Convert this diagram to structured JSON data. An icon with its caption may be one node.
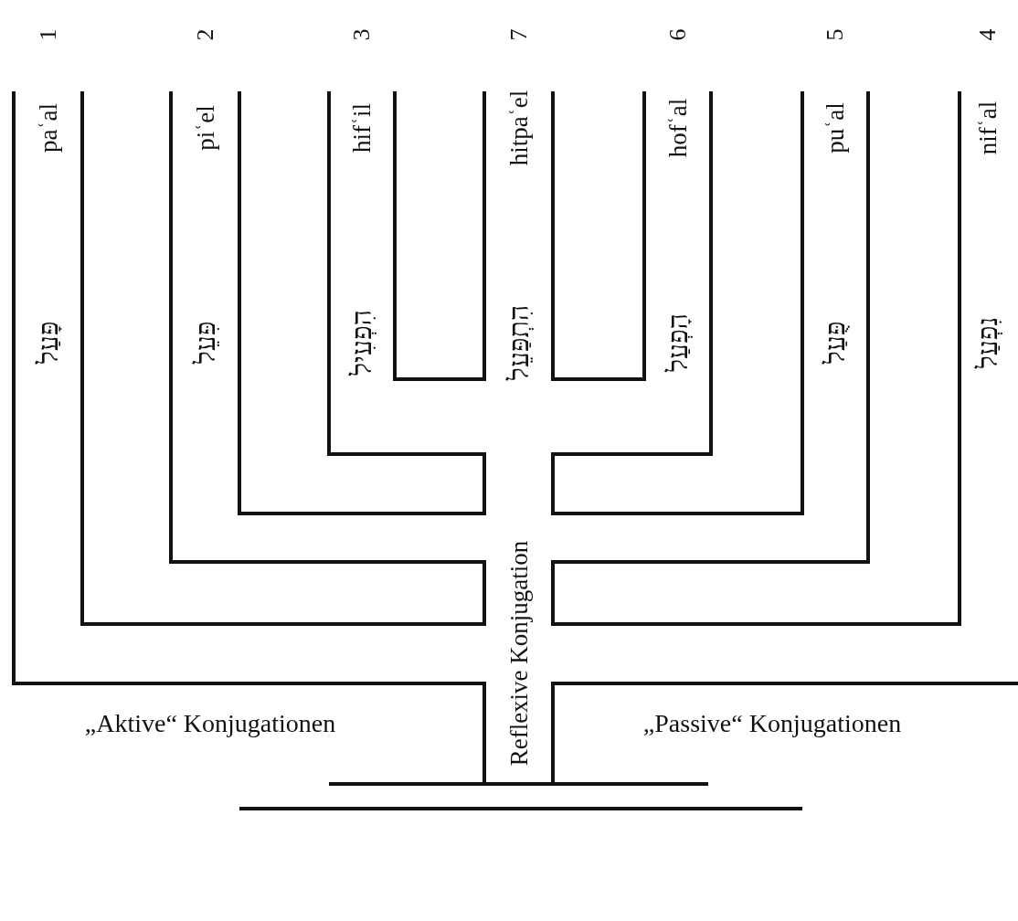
{
  "diagram": {
    "nodes": [
      {
        "text": [
          "1",
          "paʿal",
          "פָּעַל"
        ]
      },
      {
        "text": [
          "2",
          "piʿel",
          "פִּעֵל"
        ]
      },
      {
        "text": [
          "3",
          "hifʿil",
          "הִפְעִיל"
        ]
      },
      {
        "text": [
          "7",
          "hitpaʿel",
          "הִתְפַּעֵל",
          "Reflexive Konjugation"
        ]
      },
      {
        "text": [
          "6",
          "hofʿal",
          "הָפְעַל"
        ]
      },
      {
        "text": [
          "5",
          "puʿal",
          "פֻּעַל"
        ]
      },
      {
        "text": [
          "4",
          "nifʿal",
          "נִפְעַל"
        ]
      }
    ],
    "labels": [
      "„Aktive“ Konjugationen",
      "„Passive“ Konjugationen"
    ]
  }
}
